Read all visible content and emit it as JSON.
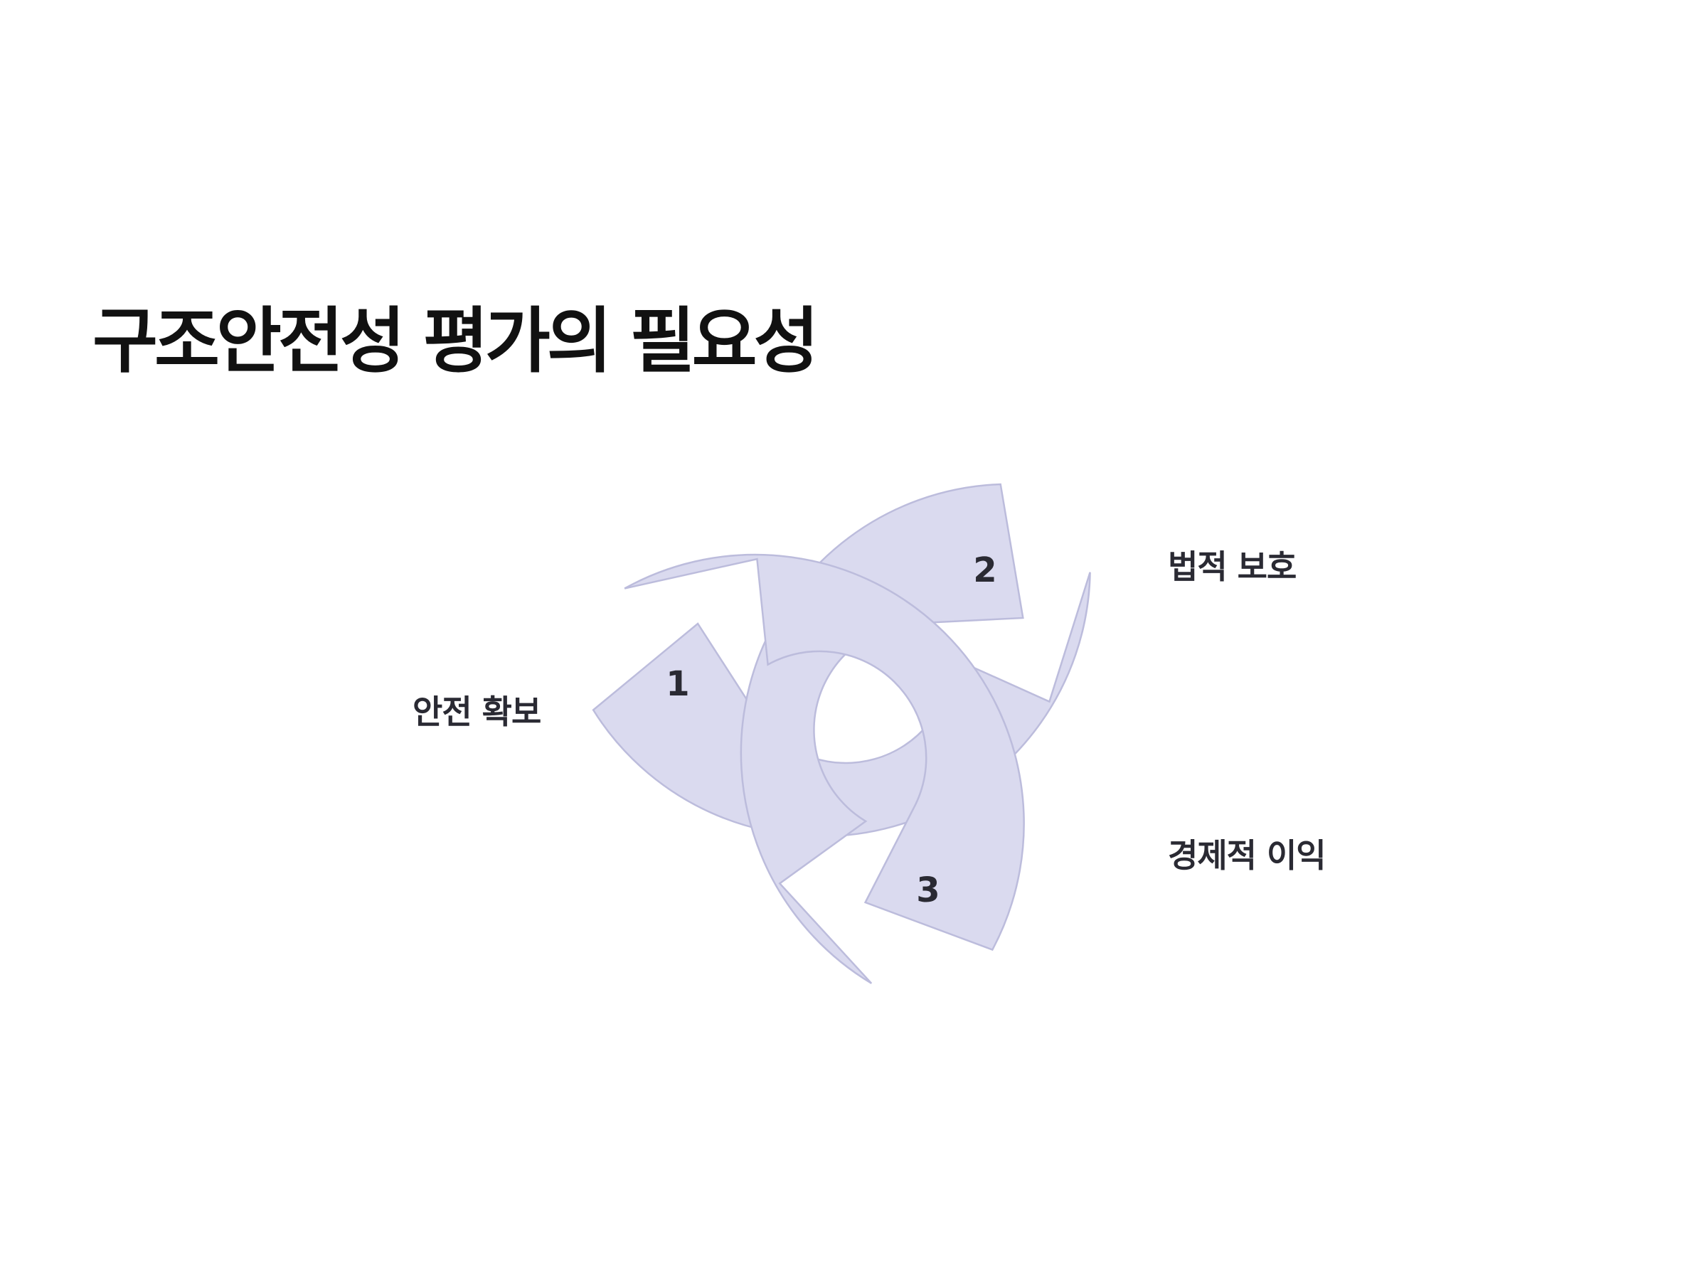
{
  "title": "구조안전성 평가의 필요성",
  "colors": {
    "segment_fill": "#dadaef",
    "segment_stroke": "#bcbcdc",
    "text": "#2a2a33",
    "title": "#111111",
    "background": "#ffffff"
  },
  "cycle": {
    "steps": [
      {
        "number": "1",
        "label": "안전 확보"
      },
      {
        "number": "2",
        "label": "법적 보호"
      },
      {
        "number": "3",
        "label": "경제적 이익"
      }
    ]
  }
}
